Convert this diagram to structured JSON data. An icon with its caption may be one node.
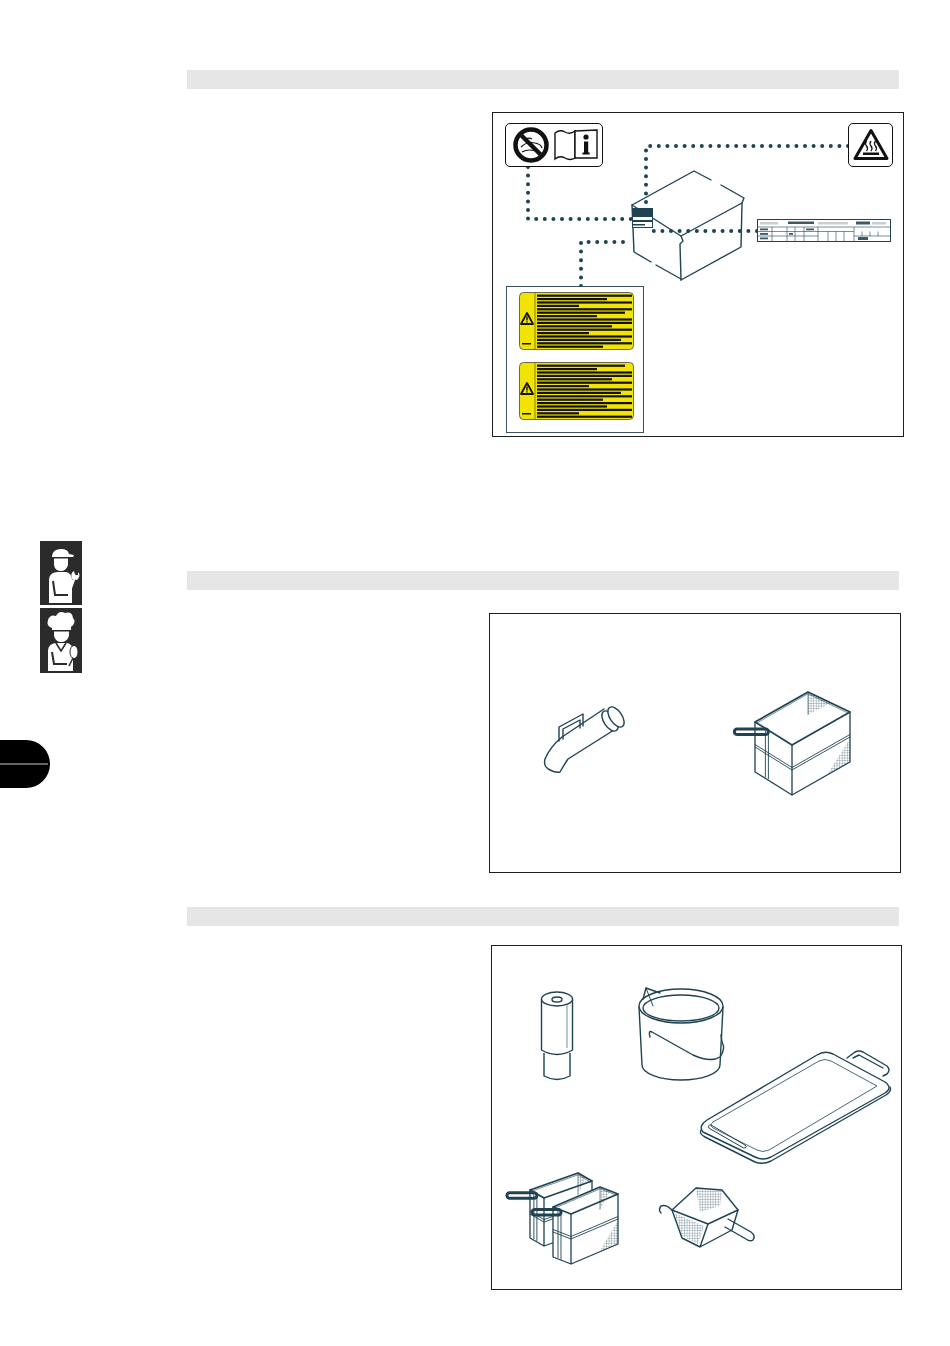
{
  "diagram": {
    "nodes": [
      {
        "text": [],
        "shape": "bar"
      },
      {
        "text": [],
        "shape": "picture"
      },
      {
        "text": [],
        "shape": "picture"
      },
      {
        "text": [],
        "shape": "picture"
      },
      {
        "text": [],
        "shape": "box",
        "in": 3
      },
      {
        "text": [],
        "shape": "picture"
      },
      {
        "text": [],
        "shape": "box"
      },
      {
        "text": [],
        "shape": "bar"
      },
      {
        "text": [],
        "shape": "bar"
      }
    ],
    "edges": [
      {
        "from": 1,
        "to": 4,
        "arrow": "none",
        "style": "dashed"
      },
      {
        "from": 2,
        "to": 4,
        "arrow": "none",
        "style": "dashed"
      },
      {
        "from": 5,
        "to": 4,
        "arrow": "none",
        "style": "dashed"
      },
      {
        "from": 6,
        "to": 3,
        "arrow": "none",
        "style": "dashed"
      }
    ]
  }
}
